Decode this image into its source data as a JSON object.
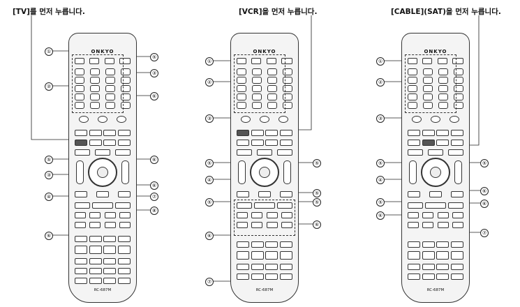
{
  "captions": {
    "tv": "[TV]를 먼저 누릅니다.",
    "vcr": "[VCR]을 먼저 누릅니다.",
    "cable": "[CABLE](SAT)을 먼저 누릅니다."
  },
  "remote": {
    "brand": "ONKYO",
    "model": "RC-687M"
  },
  "callouts": {
    "tv_left": [
      "①",
      "②",
      "③",
      "④",
      "⑤",
      "⑥"
    ],
    "tv_right": [
      "⑤",
      "③",
      "⑥",
      "⑥",
      "⑦",
      "⑧"
    ],
    "vcr_left": [
      "①",
      "②",
      "③",
      "⑤",
      "④",
      "⑤",
      "⑥",
      "⑦"
    ],
    "vcr_right": [
      "⑤",
      "⑤",
      "⑥"
    ],
    "cable_left": [
      "①",
      "②",
      "③",
      "⑤",
      "④",
      "⑤",
      "⑥"
    ],
    "cable_right": [
      "⑤",
      "⑥",
      "⑥",
      "⑦"
    ]
  }
}
